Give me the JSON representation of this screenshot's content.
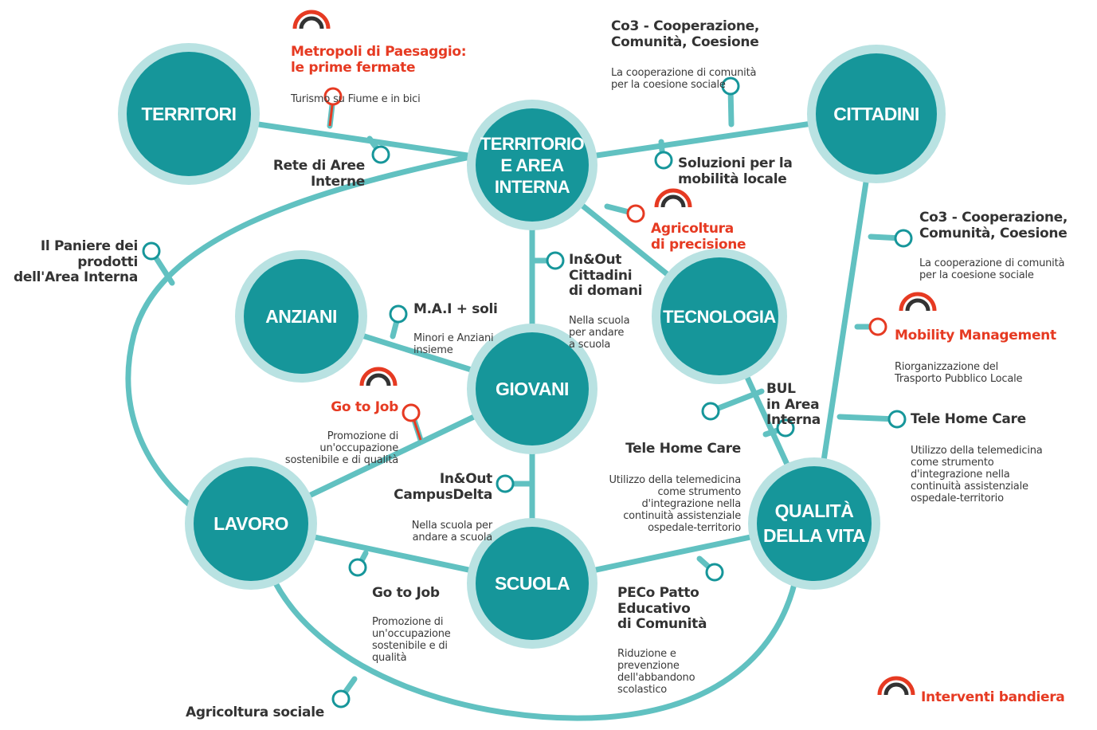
{
  "colors": {
    "hub": "#16969a",
    "halo": "#b9e2e2",
    "line": "#61c1c1",
    "flag": "#e63a22",
    "text": "#333333"
  },
  "hubs": {
    "territori": "TERRITORI",
    "territorio": "TERRITORIO\nE AREA\nINTERNA",
    "cittadini": "CITTADINI",
    "anziani": "ANZIANI",
    "giovani": "GIOVANI",
    "tecnologia": "TECNOLOGIA",
    "lavoro": "LAVORO",
    "scuola": "SCUOLA",
    "qualita": "QUALITÀ\nDELLA VITA"
  },
  "labels": {
    "metropoli": {
      "title": "Metropoli di Paesaggio:\nle prime fermate",
      "desc": "Turismo su Fiume e in bici"
    },
    "co3_top": {
      "title": "Co3 - Cooperazione,\nComunità, Coesione",
      "desc": "La cooperazione di comunità\nper la coesione sociale"
    },
    "rete": {
      "title": "Rete di Aree\nInterne"
    },
    "mobilita": {
      "title": "Soluzioni per la\nmobilità locale"
    },
    "agricoltura_precisione": {
      "title": "Agricoltura\ndi precisione"
    },
    "co3_right": {
      "title": "Co3 - Cooperazione,\nComunità, Coesione",
      "desc": "La cooperazione di comunità\nper la coesione sociale"
    },
    "paniere": {
      "title": "Il Paniere dei\nprodotti\ndell'Area Interna"
    },
    "inout_cittadini": {
      "title": "In&Out\nCittadini\ndi domani",
      "desc": "Nella scuola\nper andare\na scuola"
    },
    "mai": {
      "title": "M.A.I + soli",
      "desc": "Minori e Anziani\ninsieme"
    },
    "mobility_mgmt": {
      "title": "Mobility Management",
      "desc": "Riorganizzazione del\nTrasporto Pubblico Locale"
    },
    "gotojob_flag": {
      "title": "Go to Job",
      "desc": "Promozione di\nun'occupazione\nsostenibile e di qualità"
    },
    "bul": {
      "title": "BUL\nin Area\nInterna"
    },
    "telehome_right": {
      "title": "Tele Home Care",
      "desc": "Utilizzo della telemedicina\ncome strumento\nd'integrazione nella\ncontinuità assistenziale\nospedale-territorio"
    },
    "telehome_mid": {
      "title": "Tele Home Care",
      "desc": "Utilizzo della telemedicina\ncome strumento\nd'integrazione nella\ncontinuità assistenziale\nospedale-territorio"
    },
    "inout_campus": {
      "title": "In&Out\nCampusDelta",
      "desc": "Nella scuola per\nandare a scuola"
    },
    "gotojob_bottom": {
      "title": "Go to Job",
      "desc": "Promozione di\nun'occupazione\nsostenibile e di\nqualità"
    },
    "peco": {
      "title": "PECo Patto\nEducativo\ndi Comunità",
      "desc": "Riduzione e\nprevenzione\ndell'abbandono\nscolastico"
    },
    "agricoltura_sociale": {
      "title": "Agricoltura sociale"
    }
  },
  "legend": {
    "label": "Interventi bandiera",
    "icon": "rainbow-flag-icon"
  }
}
